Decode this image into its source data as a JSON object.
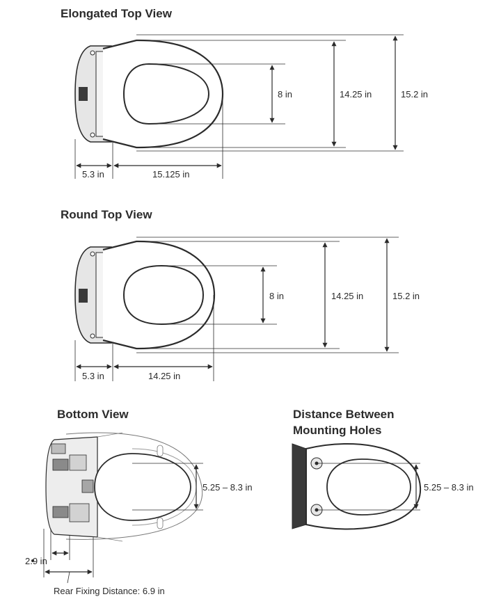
{
  "elongated": {
    "title": "Elongated Top View",
    "dim_opening_width": "8 in",
    "dim_seat_width": "14.25 in",
    "dim_overall_width": "15.2 in",
    "dim_rear_depth": "5.3 in",
    "dim_seat_length": "15.125 in"
  },
  "round": {
    "title": "Round Top View",
    "dim_opening_width": "8 in",
    "dim_seat_width": "14.25 in",
    "dim_overall_width": "15.2 in",
    "dim_rear_depth": "5.3 in",
    "dim_seat_length": "14.25 in"
  },
  "bottom": {
    "title": "Bottom View",
    "dim_range": "5.25 – 8.3 in",
    "dim_offset": "2.9 in",
    "dim_rear_fixing": "Rear Fixing Distance: 6.9 in"
  },
  "mounting": {
    "title_line1": "Distance Between",
    "title_line2": "Mounting Holes",
    "dim_range": "5.25 – 8.3 in"
  },
  "colors": {
    "stroke": "#2b2b2b",
    "seat_fill": "#ffffff",
    "unit_fill": "#e6e6e6",
    "panel_fill": "#3a3a3a"
  }
}
